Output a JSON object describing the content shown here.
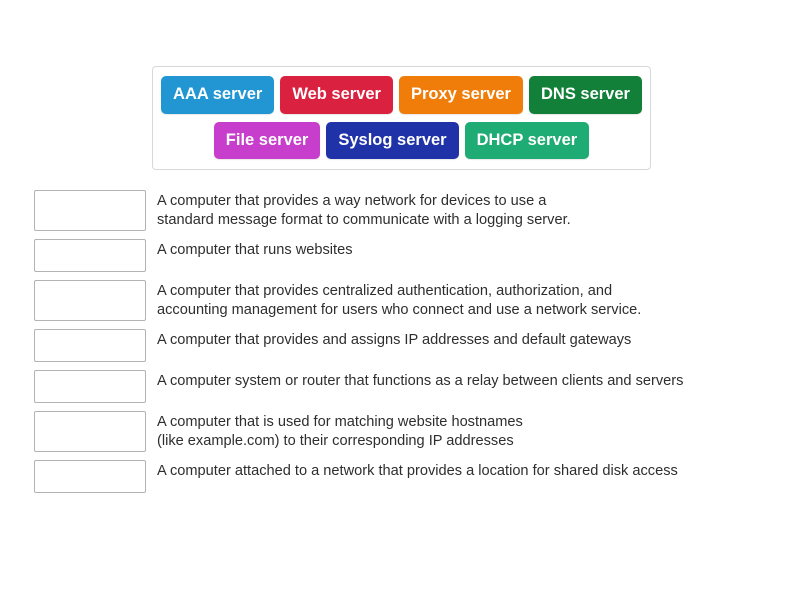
{
  "activity": {
    "type": "match-up",
    "tile_bank": {
      "name": "answer-tiles",
      "rows": [
        [
          {
            "label": "AAA server",
            "color": "#2196d3"
          },
          {
            "label": "Web server",
            "color": "#da2140"
          },
          {
            "label": "Proxy server",
            "color": "#f07d0a"
          },
          {
            "label": "DNS server",
            "color": "#128038"
          }
        ],
        [
          {
            "label": "File server",
            "color": "#c63ecb"
          },
          {
            "label": "Syslog server",
            "color": "#1f32a8"
          },
          {
            "label": "DHCP server",
            "color": "#1fab74"
          }
        ]
      ]
    },
    "questions": [
      {
        "drop_value": "",
        "lines": [
          "A computer that provides a way network for devices to use a",
          "standard message format to communicate with a logging server."
        ]
      },
      {
        "drop_value": "",
        "lines": [
          "A computer that runs websites"
        ]
      },
      {
        "drop_value": "",
        "lines": [
          "A computer that provides centralized authentication, authorization, and",
          "accounting management for users who connect and use a network service."
        ]
      },
      {
        "drop_value": "",
        "lines": [
          "A computer that provides and assigns IP addresses and default gateways"
        ]
      },
      {
        "drop_value": "",
        "lines": [
          "A computer system or router that functions as a relay between clients and servers"
        ]
      },
      {
        "drop_value": "",
        "lines": [
          "A computer that is used for matching website hostnames",
          "(like example.com) to their corresponding IP addresses"
        ]
      },
      {
        "drop_value": "",
        "lines": [
          "A computer attached to a network that provides a location for shared disk access"
        ]
      }
    ]
  },
  "colors": {
    "page_background": "#ffffff",
    "text": "#2e2e2e",
    "drop_box_border": "#b3b3b3",
    "tile_bank_border": "#d8d8d8"
  }
}
